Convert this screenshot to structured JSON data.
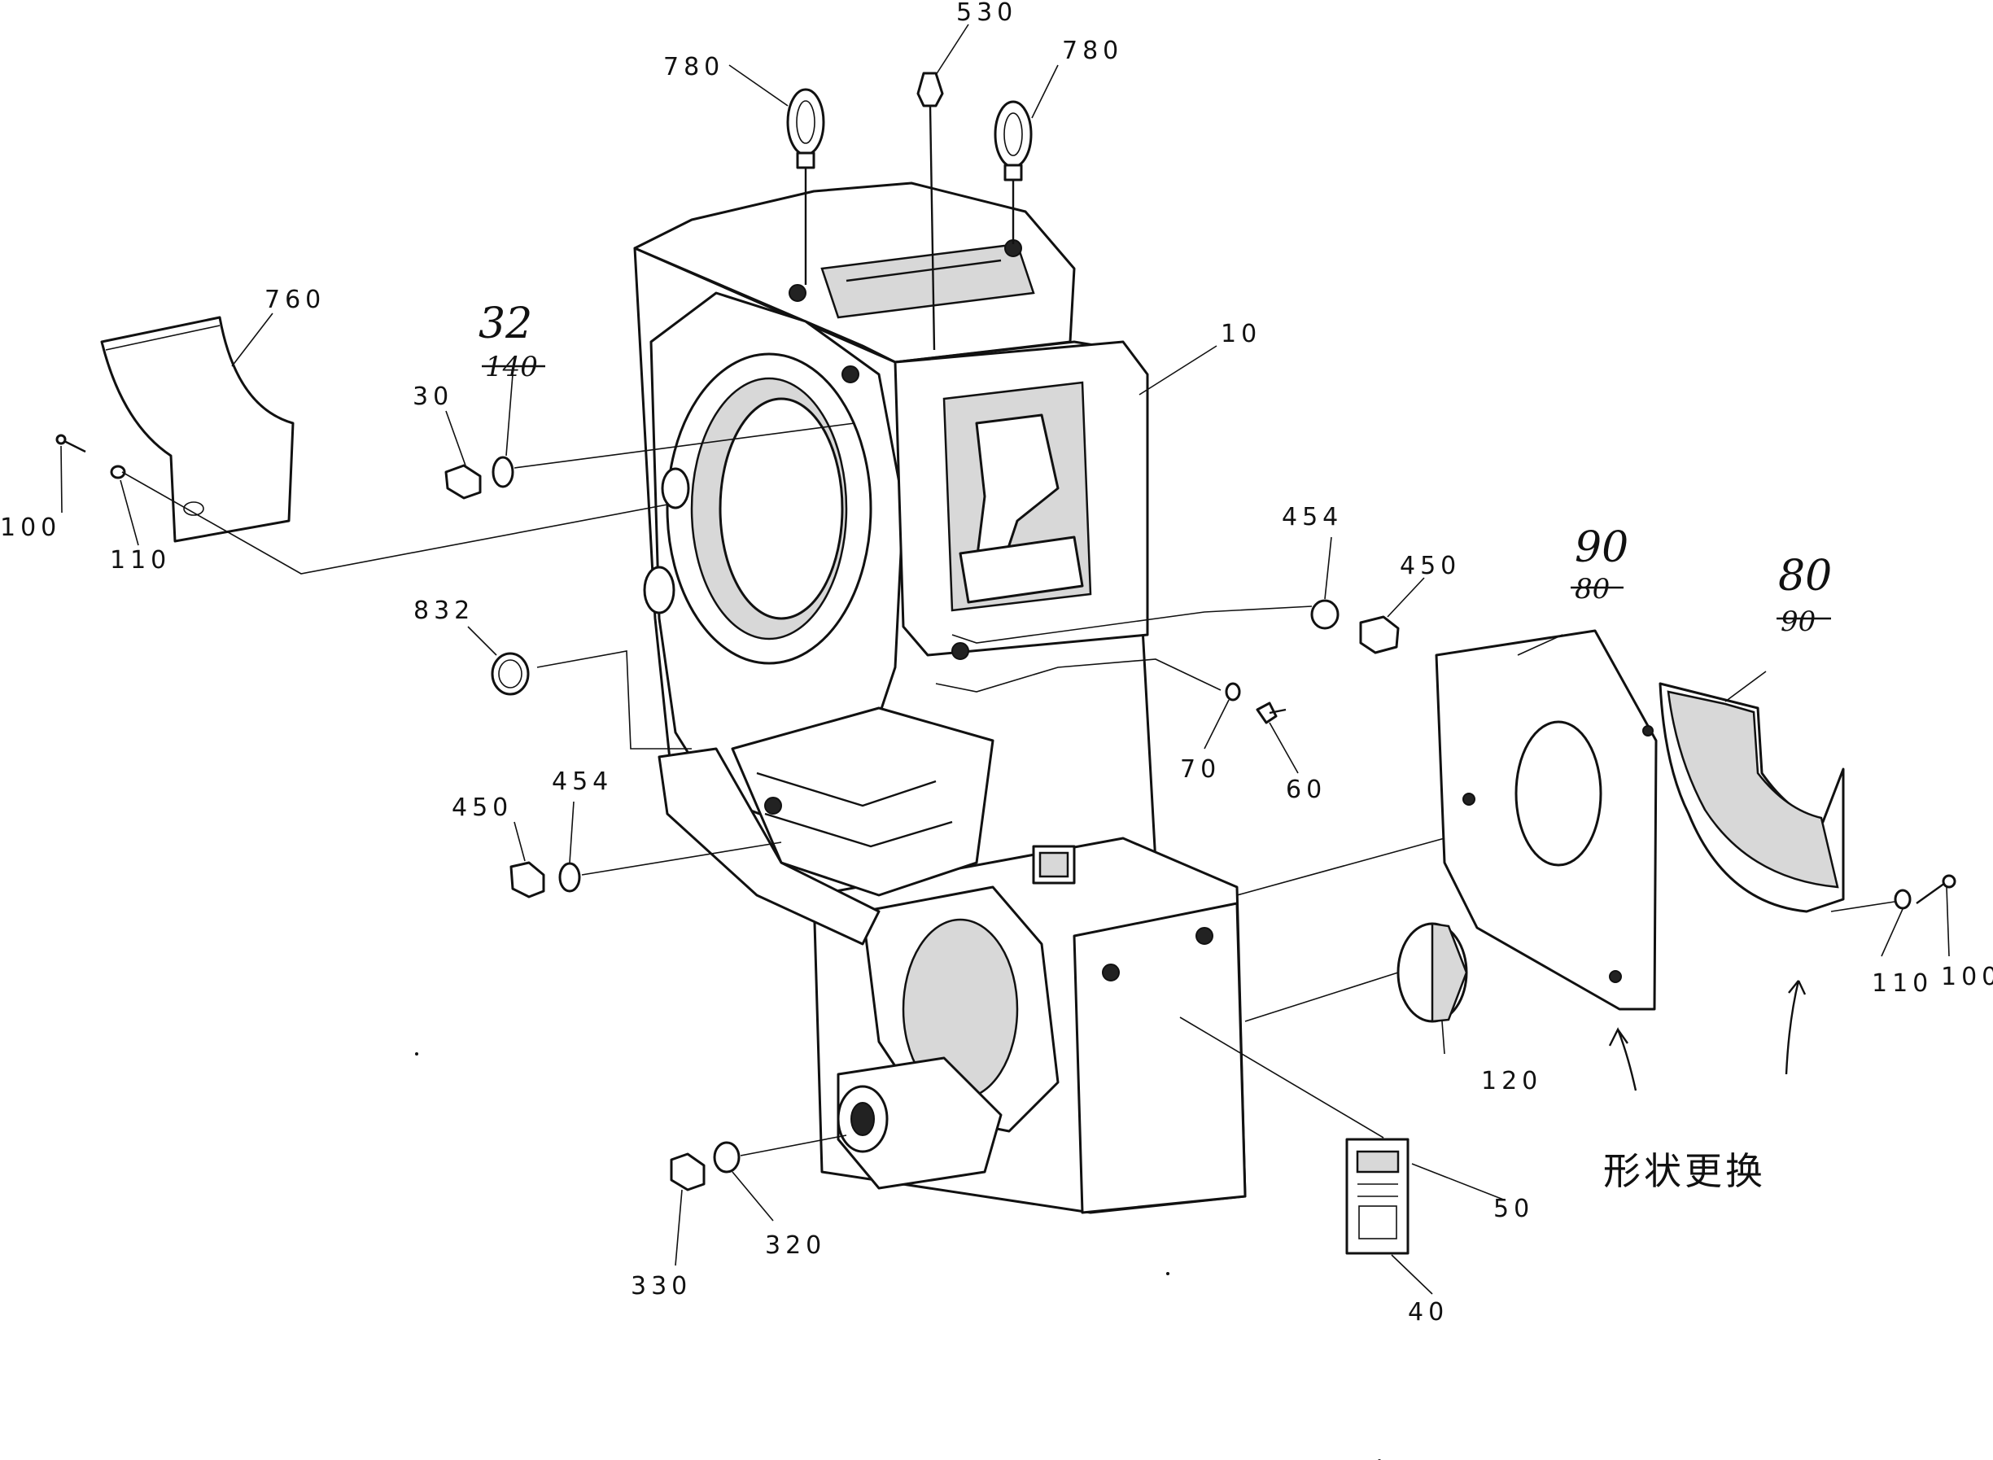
{
  "diagram": {
    "labels": {
      "p10": "10",
      "p30": "30",
      "p32": "32",
      "p140": "140",
      "p40": "40",
      "p50": "50",
      "p60": "60",
      "p70": "70",
      "p80_new": "80",
      "p90_old": "90",
      "p90_new": "90",
      "p80_old": "80",
      "p100_left": "100",
      "p110_left": "110",
      "p100_right": "100",
      "p110_right": "110",
      "p120": "120",
      "p320": "320",
      "p330": "330",
      "p450_left": "450",
      "p454_left": "454",
      "p450_right": "450",
      "p454_right": "454",
      "p530": "530",
      "p760": "760",
      "p780_left": "780",
      "p780_right": "780",
      "p832": "832"
    },
    "handwritten_note": "形状更换"
  }
}
